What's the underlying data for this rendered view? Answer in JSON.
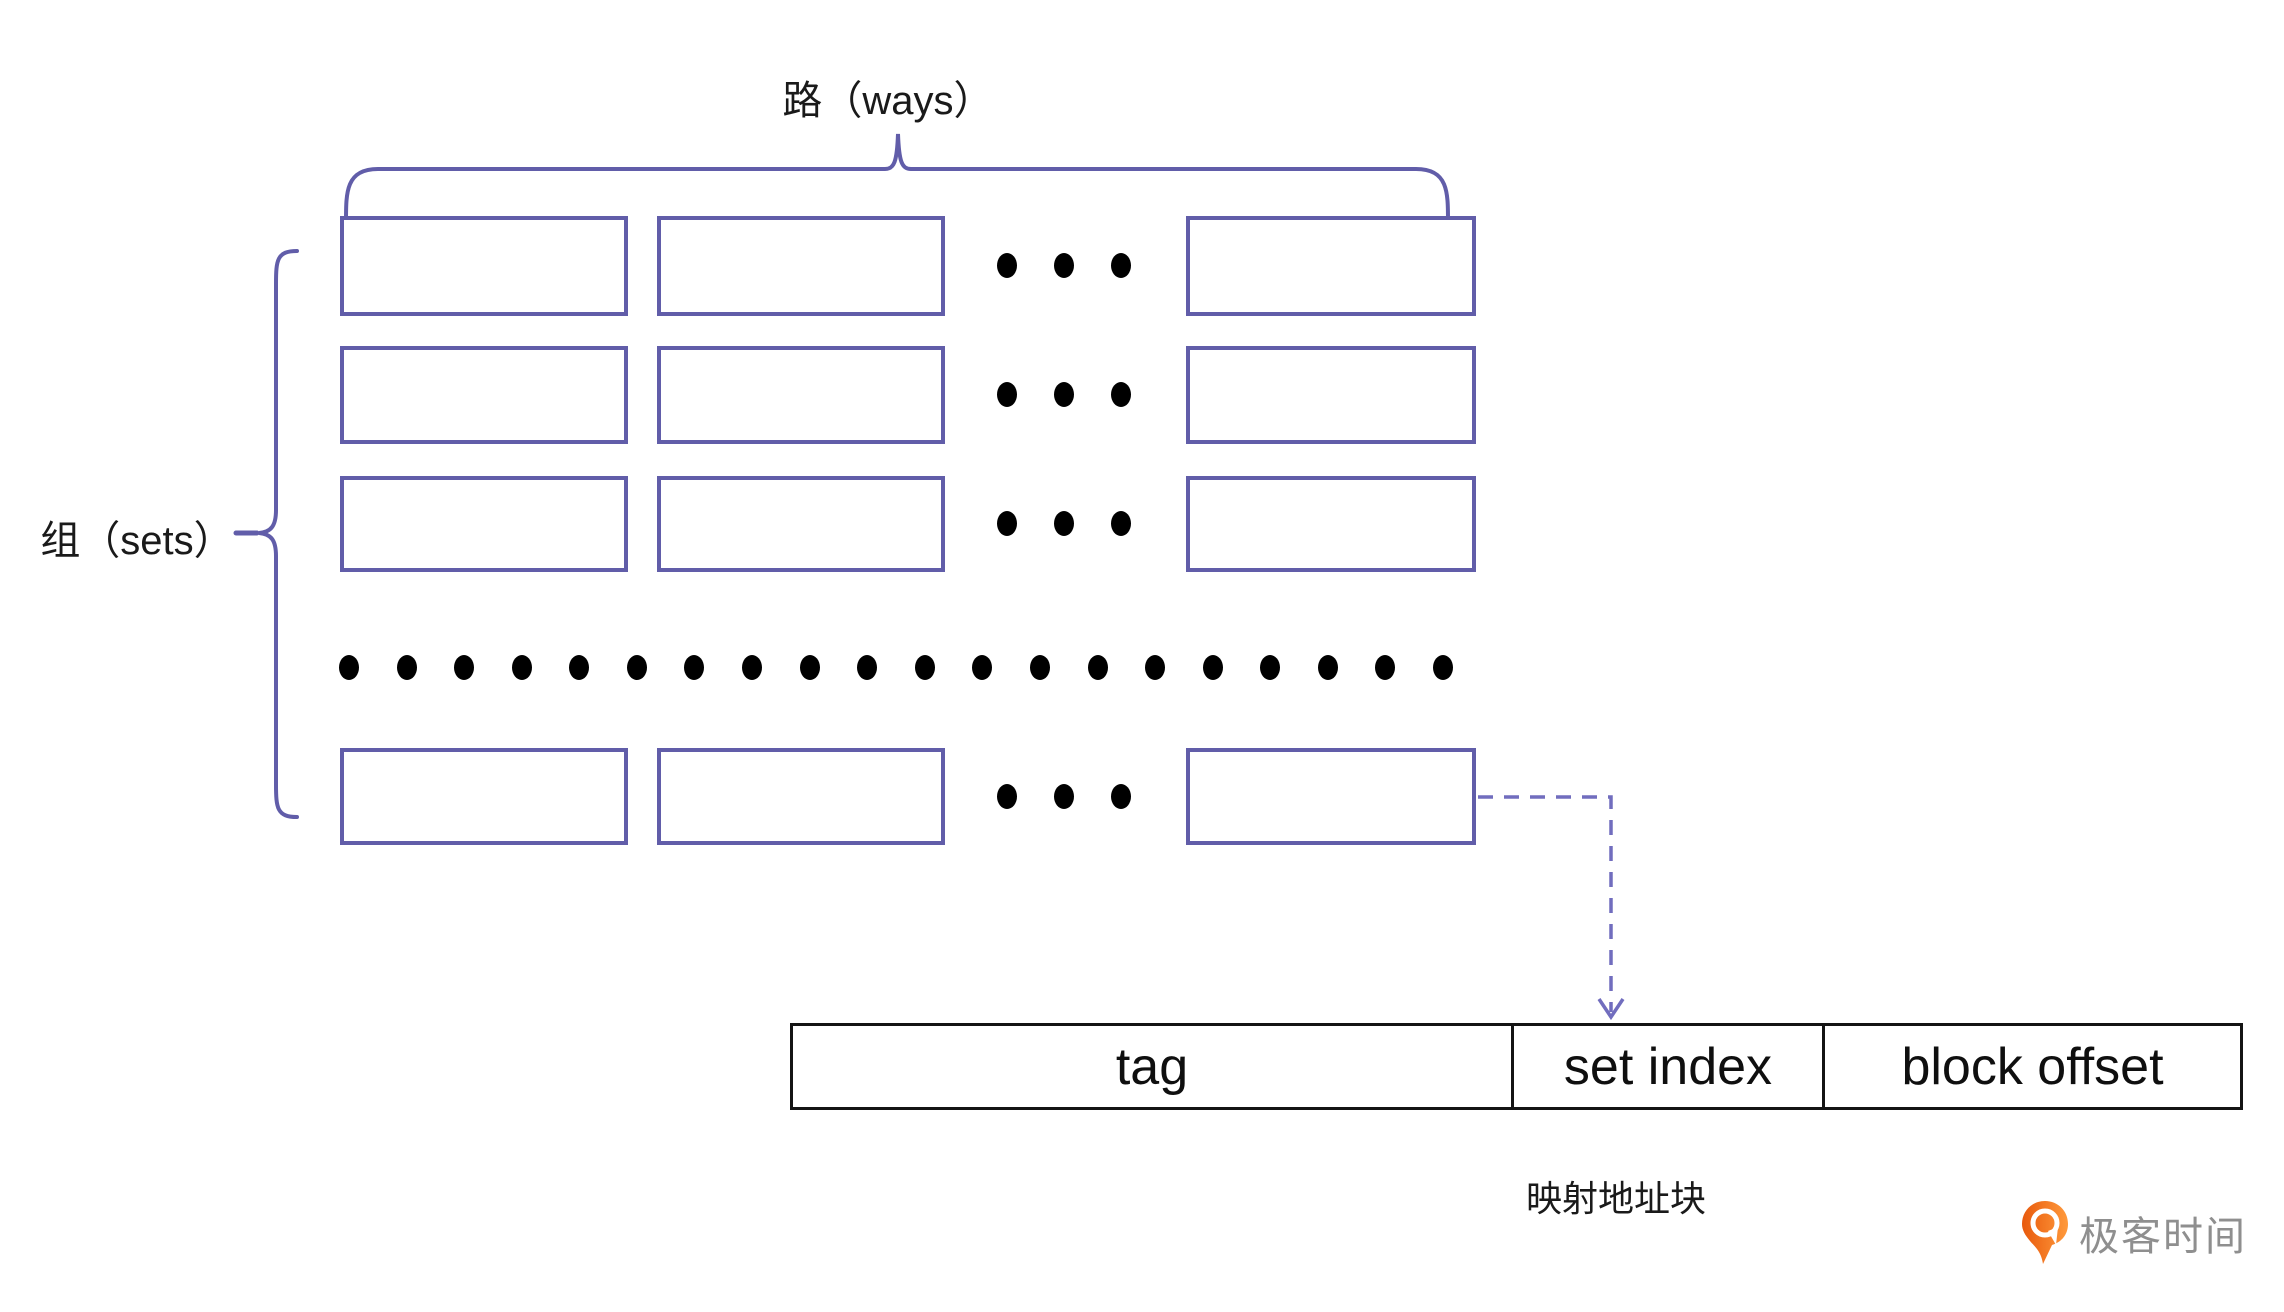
{
  "labels": {
    "ways": "路（ways）",
    "sets": "组（sets）",
    "mapped_block": "映射地址块"
  },
  "address_fields": {
    "tag": "tag",
    "set_index": "set index",
    "block_offset": "block offset"
  },
  "logo": {
    "text": "极客时间"
  },
  "colors": {
    "accent_purple": "#615DA9",
    "dashed_purple": "#716DBE",
    "table_border": "#141414",
    "dot_black": "#000000",
    "logo_orange_dark": "#E8590C",
    "logo_orange_light": "#FF9A3C",
    "logo_text_gray": "#8F8F8F"
  },
  "diagram": {
    "type": "cache set-associative structure",
    "visible_box_rows": 4,
    "visible_box_columns": 3,
    "column_ellipsis_dots_per_row": 3,
    "row_ellipsis_dots": 20
  }
}
